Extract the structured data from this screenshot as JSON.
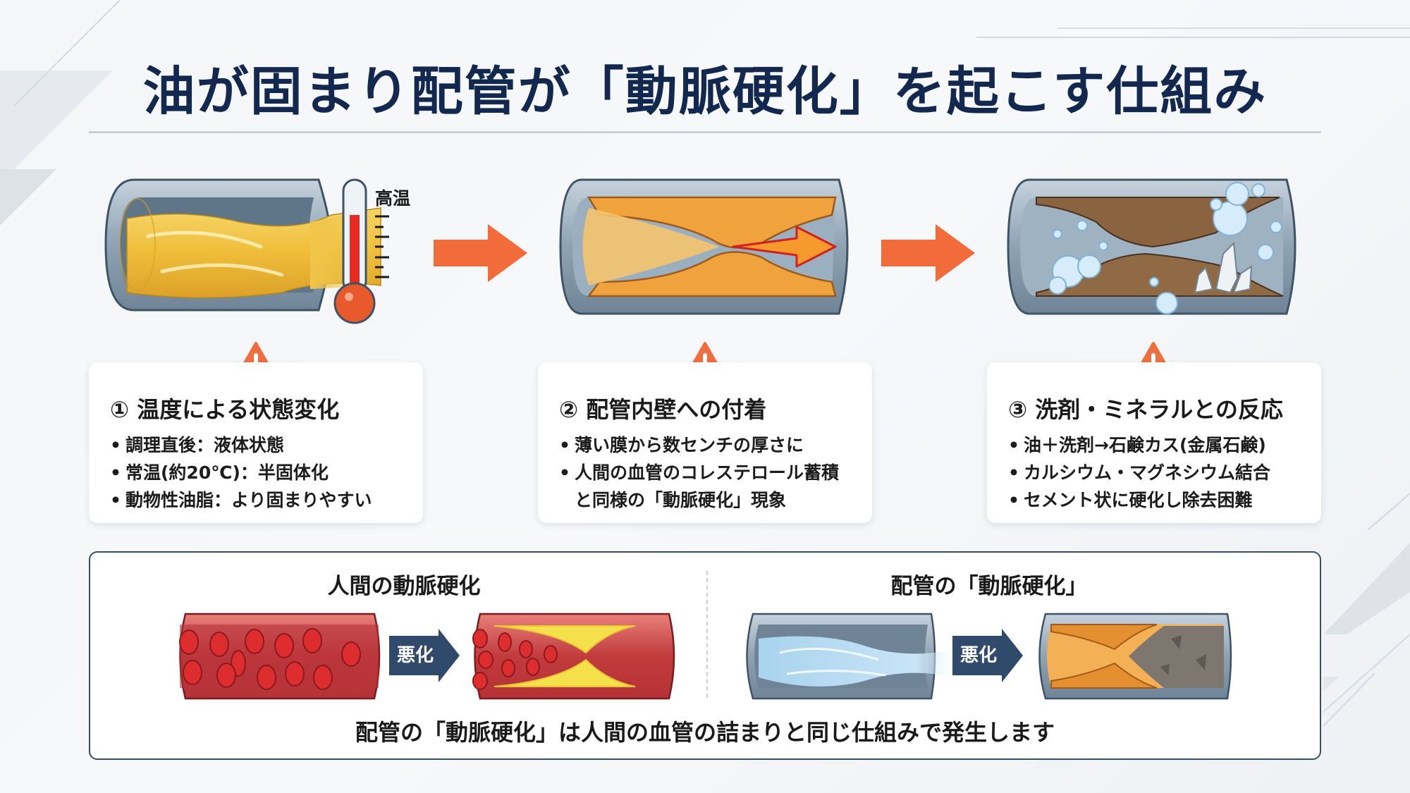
{
  "title": "油が固まり配管が「動脈硬化」を起こす仕組み",
  "colors": {
    "title": "#13284f",
    "accent_orange": "#f26b3a",
    "arrow_navy": "#2f4a6b",
    "pipe_grey": "#8fa2b3",
    "oil_yellow": "#f0bd3c",
    "grease_orange": "#f0a13a",
    "sludge_brown": "#8a6440",
    "blood_red": "#c7353a",
    "plaque_yellow": "#f4e04a",
    "water_blue": "#a9d3ee"
  },
  "steps": [
    {
      "illustration": "pipe-with-liquid-oil-and-thermometer",
      "thermometer_label": "高温",
      "heading": "① 温度による状態変化",
      "bullets": [
        "調理直後：液体状態",
        "常温(約20℃)：半固体化",
        "動物性油脂：より固まりやすい"
      ]
    },
    {
      "illustration": "pipe-with-grease-buildup",
      "heading": "② 配管内壁への付着",
      "bullets": [
        "薄い膜から数センチの厚さに",
        "人間の血管のコレステロール蓄積",
        "と同様の「動脈硬化」現象"
      ]
    },
    {
      "illustration": "pipe-with-soap-scum-and-minerals",
      "heading": "③ 洗剤・ミネラルとの反応",
      "bullets": [
        "油＋洗剤→石鹸カス(金属石鹸)",
        "カルシウム・マグネシウム結合",
        "セメント状に硬化し除去困難"
      ]
    }
  ],
  "comparison": {
    "left": {
      "title": "人間の動脈硬化",
      "arrow_label": "悪化",
      "before": "healthy-blood-vessel",
      "after": "blood-vessel-with-plaque"
    },
    "right": {
      "title": "配管の「動脈硬化」",
      "arrow_label": "悪化",
      "before": "clean-pipe-with-water",
      "after": "pipe-clogged-with-grease"
    },
    "footer": "配管の「動脈硬化」は人間の血管の詰まりと同じ仕組みで発生します"
  }
}
